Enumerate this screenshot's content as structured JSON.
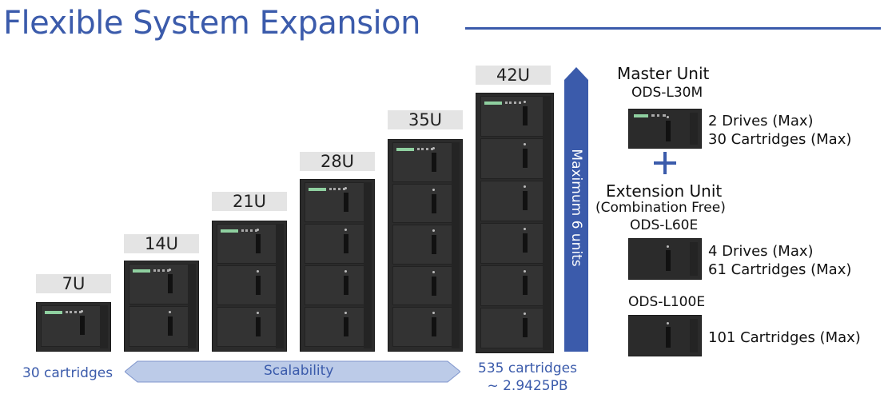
{
  "title": "Flexible System Expansion",
  "colors": {
    "accent": "#3b5bab",
    "light_accent": "#bccbe8",
    "rack": "#2b2b2b"
  },
  "configurations": [
    {
      "label": "7U",
      "modules": 1
    },
    {
      "label": "14U",
      "modules": 2
    },
    {
      "label": "21U",
      "modules": 3
    },
    {
      "label": "28U",
      "modules": 4
    },
    {
      "label": "35U",
      "modules": 5
    },
    {
      "label": "42U",
      "modules": 6
    }
  ],
  "maximum_label": "Maximum 6 units",
  "scalability_label": "Scalability",
  "capacity_min": "30 cartridges",
  "capacity_max_line1": "535 cartridges",
  "capacity_max_line2": "~ 2.9425PB",
  "master": {
    "heading": "Master Unit",
    "model": "ODS-L30M",
    "spec1": "2 Drives (Max)",
    "spec2": "30 Cartridges (Max)"
  },
  "extension": {
    "heading": "Extension Unit",
    "note": "(Combination Free)",
    "model_a": "ODS-L60E",
    "spec_a1": "4 Drives (Max)",
    "spec_a2": "61 Cartridges (Max)",
    "model_b": "ODS-L100E",
    "spec_b1": "101 Cartridges (Max)"
  }
}
